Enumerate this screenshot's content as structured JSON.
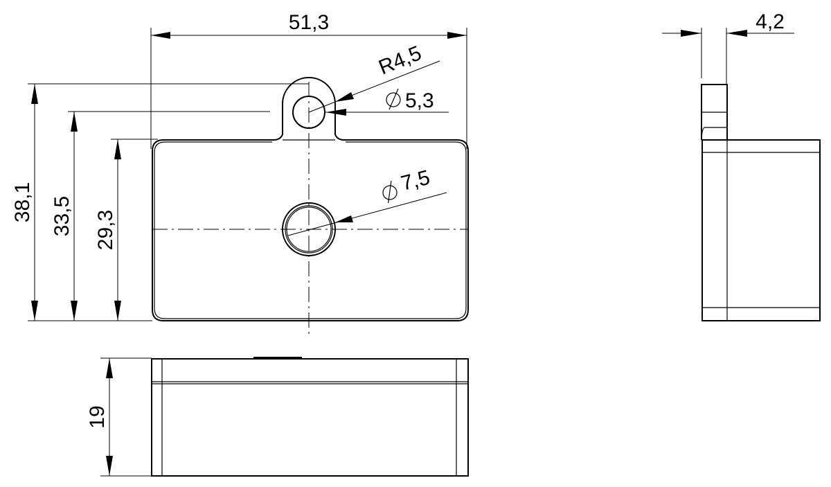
{
  "drawing": {
    "title": "",
    "background": "#ffffff",
    "line_color": "#000000",
    "views": [
      {
        "name": "front-view",
        "description": "Rectangular body with mounting lug and central hole"
      },
      {
        "name": "side-view",
        "description": "Right side view showing lug thickness"
      },
      {
        "name": "bottom-view",
        "description": "Height view"
      }
    ]
  },
  "dimensions": {
    "overall_width": "51,3",
    "lug_radius": "R4,5",
    "lug_hole_diameter": "Ø5,3",
    "center_hole_diameter": "Ø7,5",
    "overall_height": "38,1",
    "lug_hole_height": "33,5",
    "body_height": "29,3",
    "lug_thickness": "4,2",
    "depth": "19"
  },
  "labels": {
    "overall_width": "51,3",
    "lug_radius": "R4,5",
    "lug_hole_value": "5,3",
    "center_hole_value": "7,5",
    "overall_height": "38,1",
    "lug_hole_height": "33,5",
    "body_height": "29,3",
    "lug_thickness": "4,2",
    "depth": "19"
  }
}
